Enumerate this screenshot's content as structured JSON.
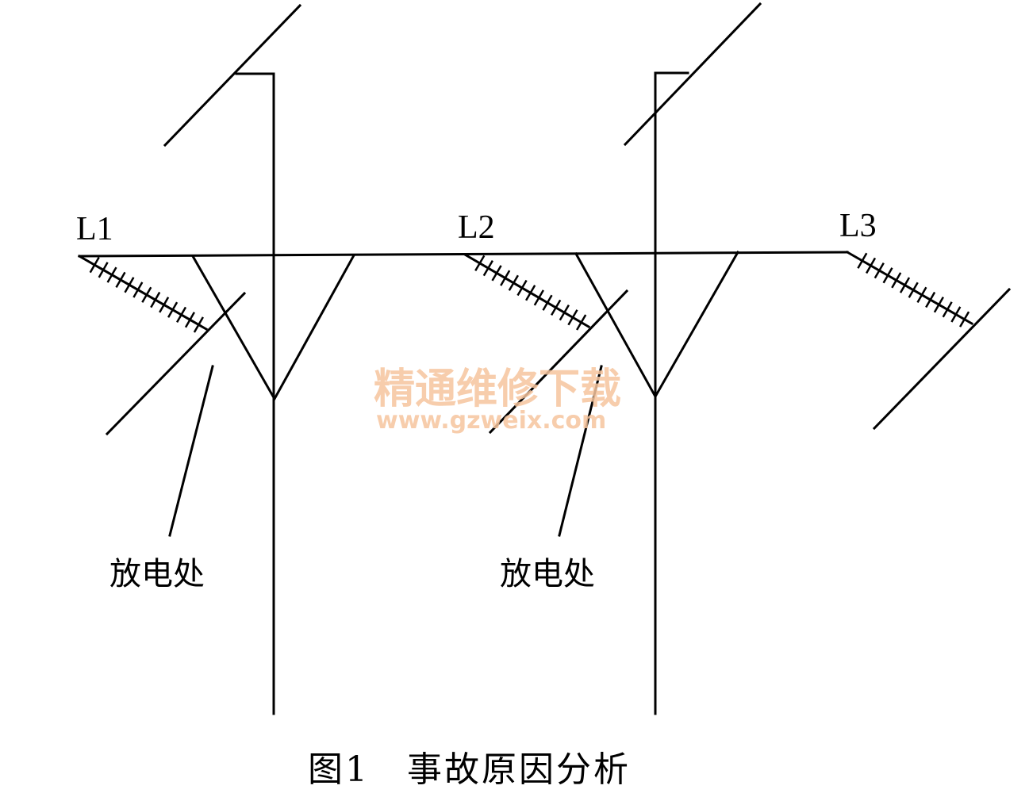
{
  "labels": {
    "line_1": "L1",
    "line_2": "L2",
    "line_3": "L3",
    "discharge_left": "放电处",
    "discharge_right": "放电处"
  },
  "caption": "图1　事故原因分析",
  "watermark": {
    "text": "精通维修下载",
    "url": "www.gzweix.com",
    "color": "#f6c59e"
  }
}
